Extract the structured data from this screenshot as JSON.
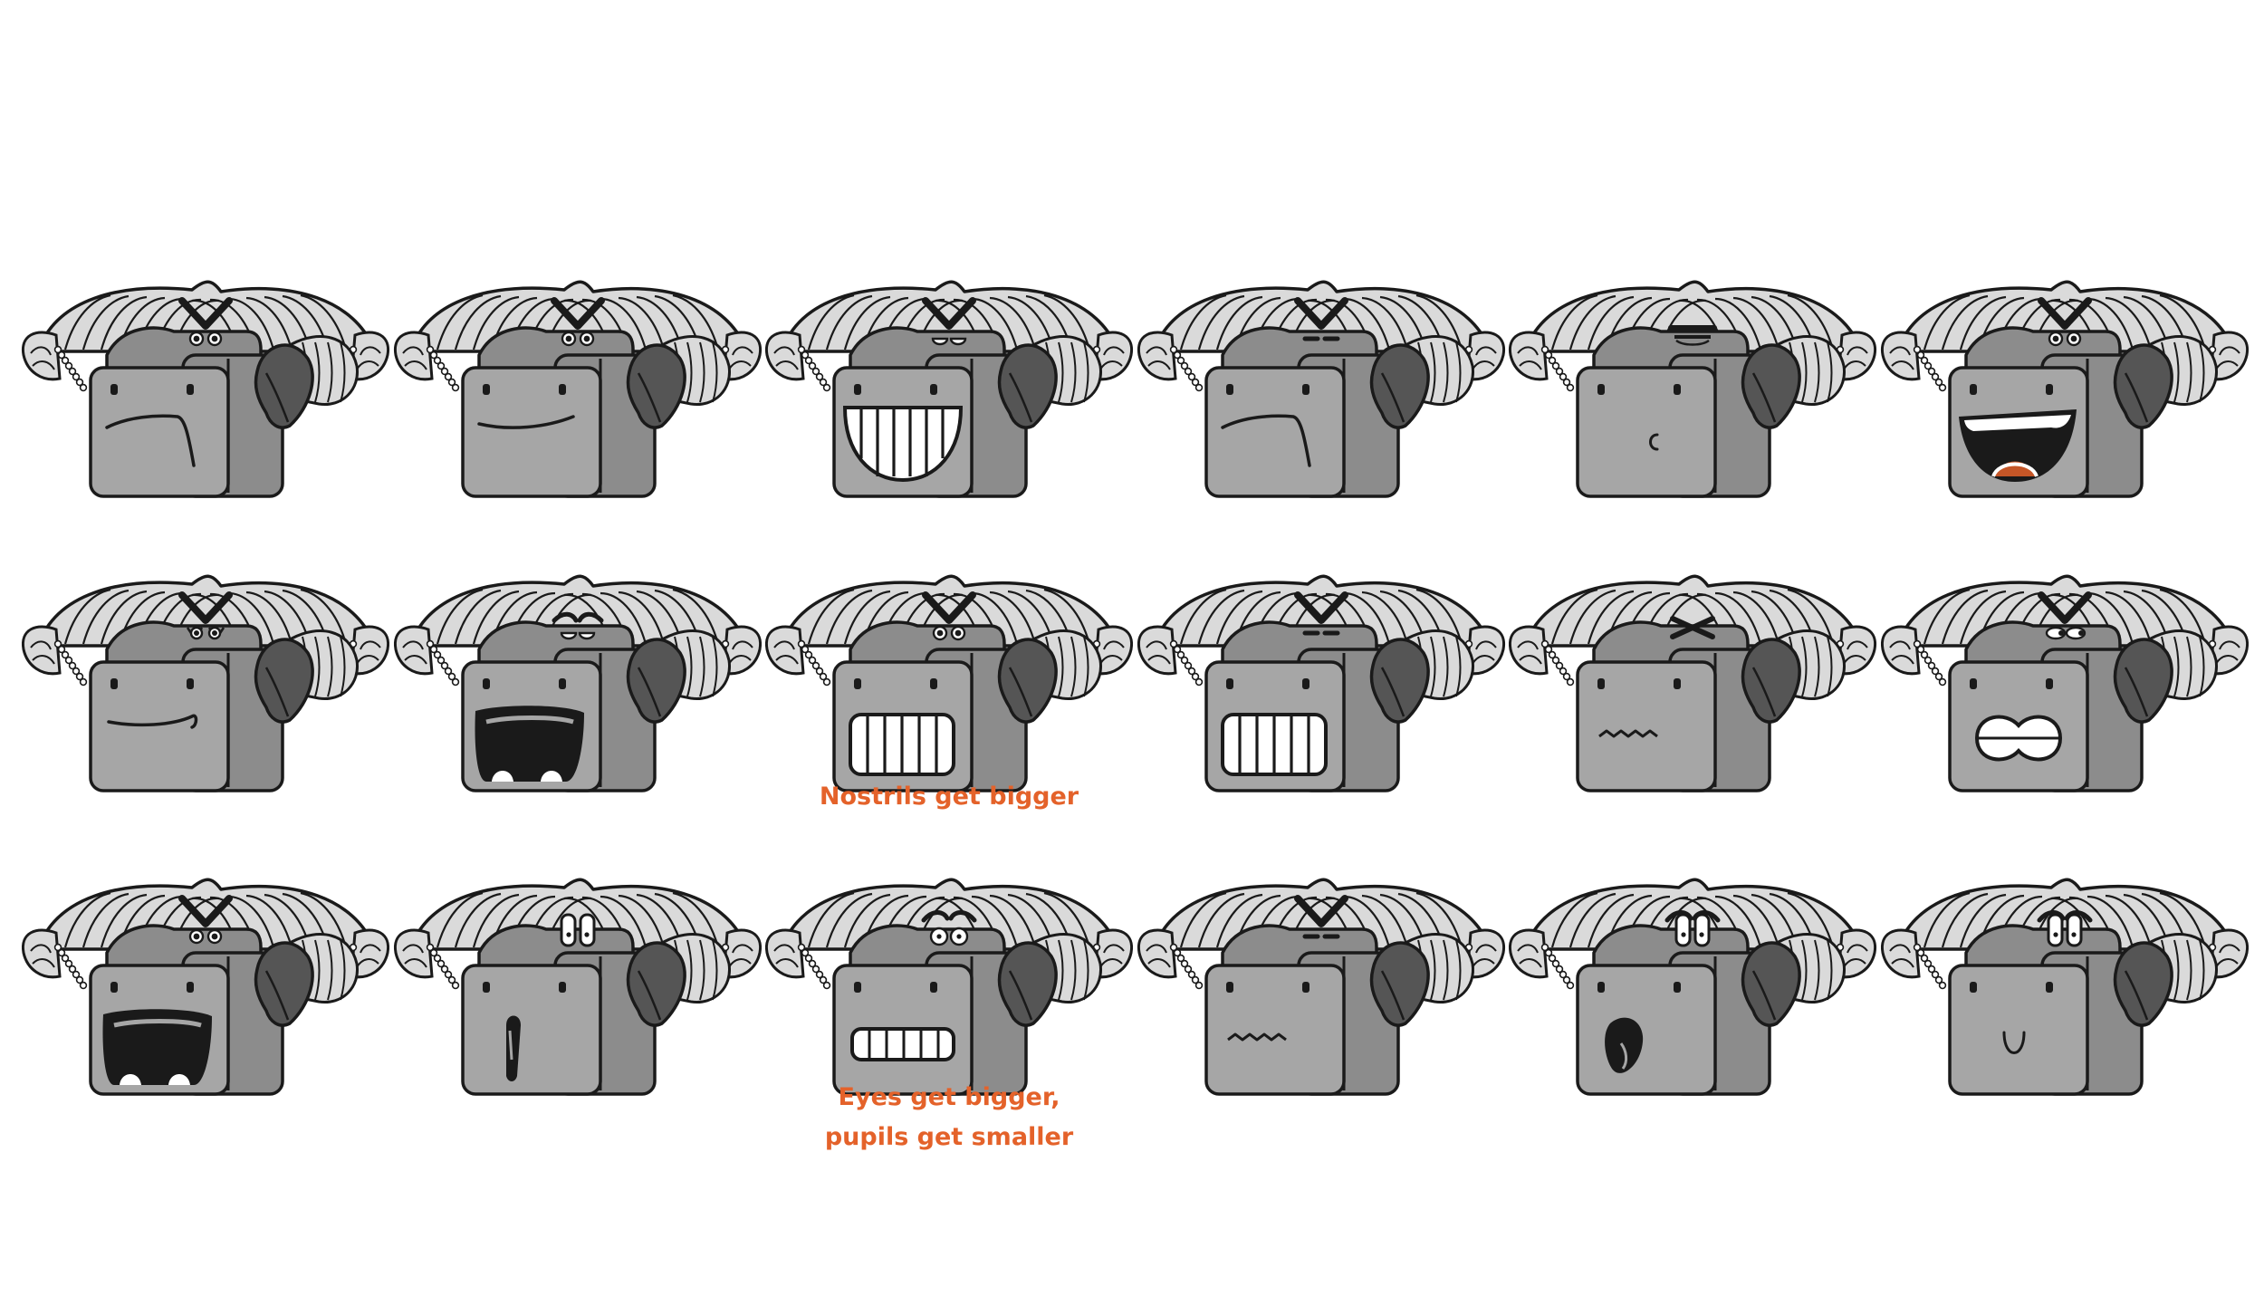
{
  "colors": {
    "annotation": "#e4622a",
    "outline": "#1a1a1a",
    "horn": "#dadada",
    "face": "#a6a6a6",
    "side": "#8c8c8c",
    "ear": "#555555",
    "background": "#ffffff"
  },
  "rows": [
    {
      "expressions": [
        {
          "mouth": "frown-line",
          "brows": "angry",
          "eyes": "dots"
        },
        {
          "mouth": "smile-line",
          "brows": "angry",
          "eyes": "dots"
        },
        {
          "mouth": "grin-teeth",
          "brows": "angry",
          "eyes": "half"
        },
        {
          "mouth": "frown-line",
          "brows": "angry",
          "eyes": "squint"
        },
        {
          "mouth": "small-c",
          "brows": "flat",
          "eyes": "shut"
        },
        {
          "mouth": "laugh-open",
          "brows": "angry",
          "eyes": "dots"
        }
      ]
    },
    {
      "expressions": [
        {
          "mouth": "smirk",
          "brows": "angry",
          "eyes": "spiky"
        },
        {
          "mouth": "shout-open",
          "brows": "raised",
          "eyes": "half"
        },
        {
          "mouth": "grimace-teeth",
          "brows": "angry",
          "eyes": "dots"
        },
        {
          "mouth": "grimace-teeth",
          "brows": "angry",
          "eyes": "squint"
        },
        {
          "mouth": "wavy",
          "brows": "cross",
          "eyes": "none"
        },
        {
          "mouth": "clench-round",
          "brows": "angry",
          "eyes": "side"
        }
      ],
      "note": {
        "column": 2,
        "text": "Nostrils get bigger"
      }
    },
    {
      "expressions": [
        {
          "mouth": "shout-open",
          "brows": "angry",
          "eyes": "dots"
        },
        {
          "mouth": "gasp",
          "brows": "none",
          "eyes": "big"
        },
        {
          "mouth": "teeth-bar",
          "brows": "worried",
          "eyes": "wide"
        },
        {
          "mouth": "wavy",
          "brows": "angry",
          "eyes": "squint"
        },
        {
          "mouth": "gasp-side",
          "brows": "worried",
          "eyes": "big"
        },
        {
          "mouth": "u-shape",
          "brows": "worried",
          "eyes": "big"
        }
      ],
      "note": {
        "column": 2,
        "text": "Eyes get bigger,\npupils get smaller"
      }
    }
  ]
}
